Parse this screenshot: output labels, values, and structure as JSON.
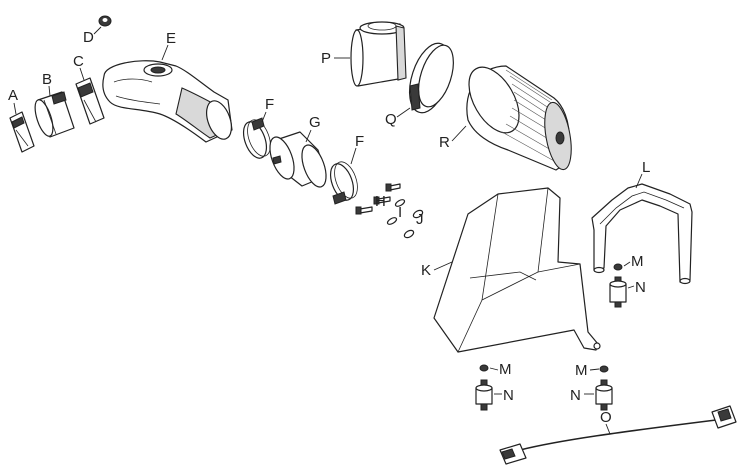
{
  "labels": {
    "A": "A",
    "B": "B",
    "C": "C",
    "D": "D",
    "E": "E",
    "F1": "F",
    "F2": "F",
    "G": "G",
    "H": "H",
    "I": "I",
    "J": "J",
    "K": "K",
    "L": "L",
    "M1": "M",
    "M2": "M",
    "M3": "M",
    "N1": "N",
    "N2": "N",
    "N3": "N",
    "O": "O",
    "P": "P",
    "Q": "Q",
    "R": "R"
  }
}
